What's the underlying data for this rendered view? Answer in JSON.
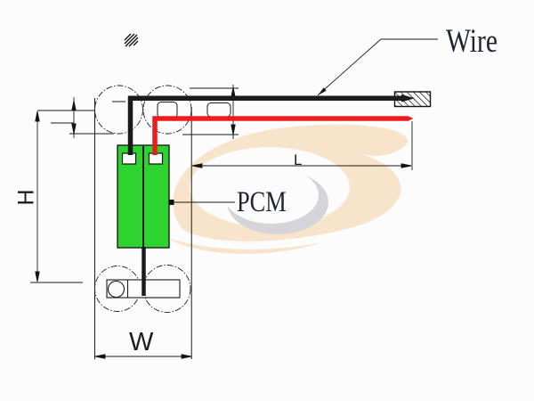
{
  "drawing": {
    "type": "battery-pack-engineering-drawing",
    "labels": {
      "wire": "Wire",
      "pcm": "PCM",
      "dim_length": "L",
      "dim_width": "W",
      "dim_height": "H"
    },
    "colors": {
      "background": "#fcfcfc",
      "line": "#1a1a1a",
      "pcm_body": "#2fd32f",
      "wire_black": "#1b1b1b",
      "wire_red": "#e81e1e",
      "watermark_peach": "#f8e3cb",
      "watermark_gray": "#d5d5d9",
      "text": "#1f2430"
    }
  }
}
